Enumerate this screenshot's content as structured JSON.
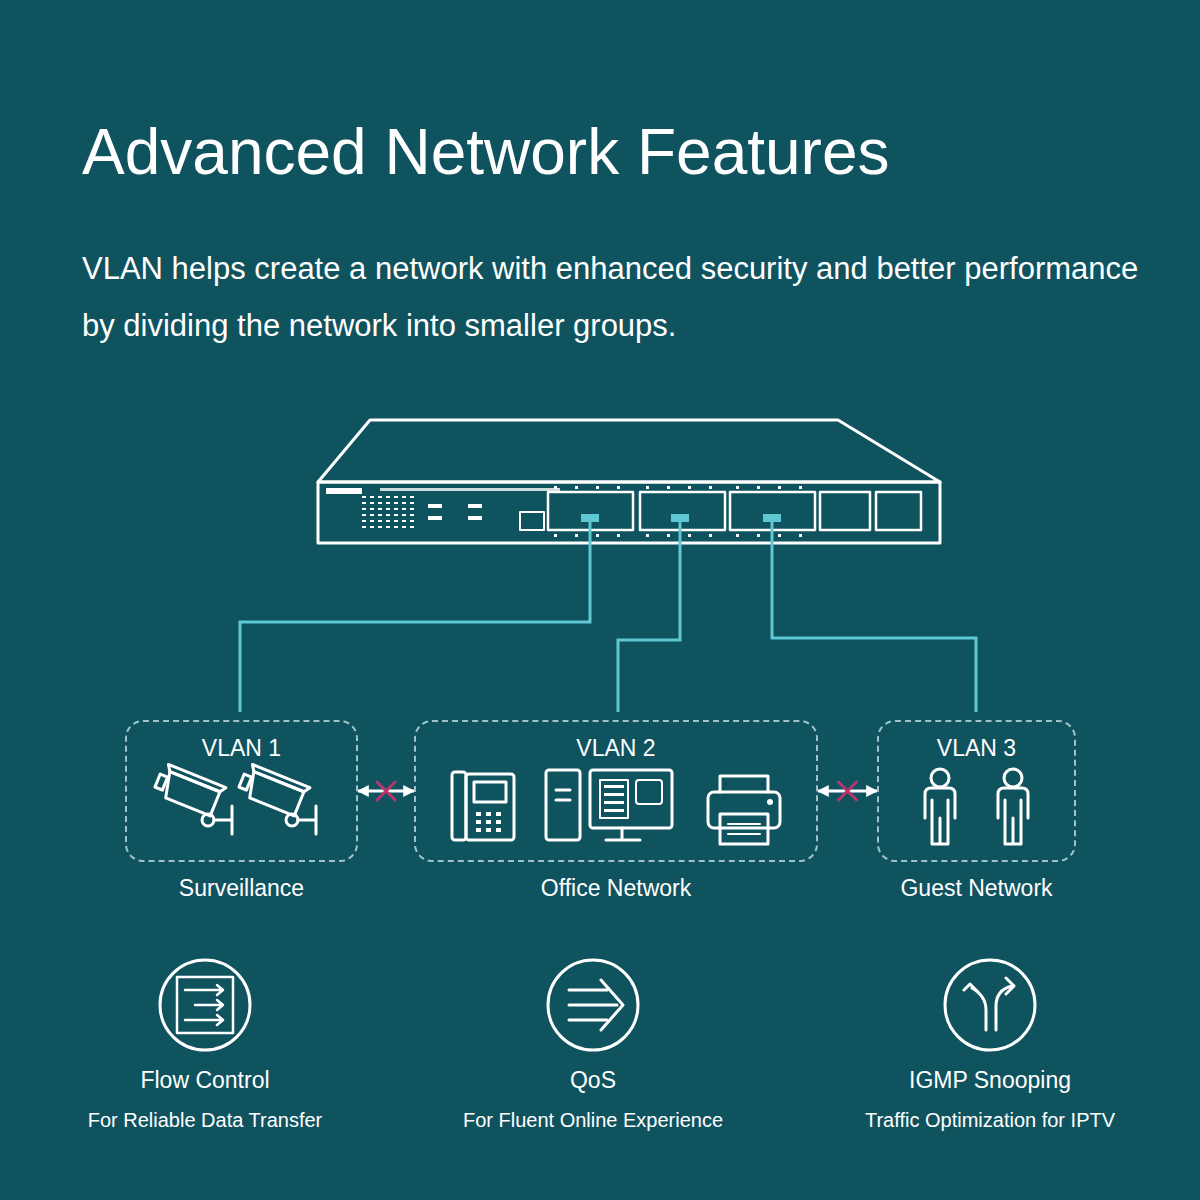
{
  "diagram": {
    "title": "Advanced Network Features",
    "caption": "VLAN helps create a network with enhanced security and better performance by dividing the network into smaller groups.",
    "nodes": [
      {
        "text": [
          "VLAN 1",
          "Surveillance"
        ]
      },
      {
        "text": [
          "VLAN 2",
          "Office Network"
        ]
      },
      {
        "text": [
          "VLAN 3",
          "Guest Network"
        ]
      }
    ],
    "edges": [
      {
        "from": 0,
        "to": 1,
        "arrow": "both"
      },
      {
        "from": 1,
        "to": 2,
        "arrow": "both"
      }
    ],
    "labels": [
      "Flow Control",
      "For Reliable Data Transfer",
      "QoS",
      "For Fluent Online Experience",
      "IGMP Snooping",
      "Traffic Optimization for IPTV"
    ]
  }
}
